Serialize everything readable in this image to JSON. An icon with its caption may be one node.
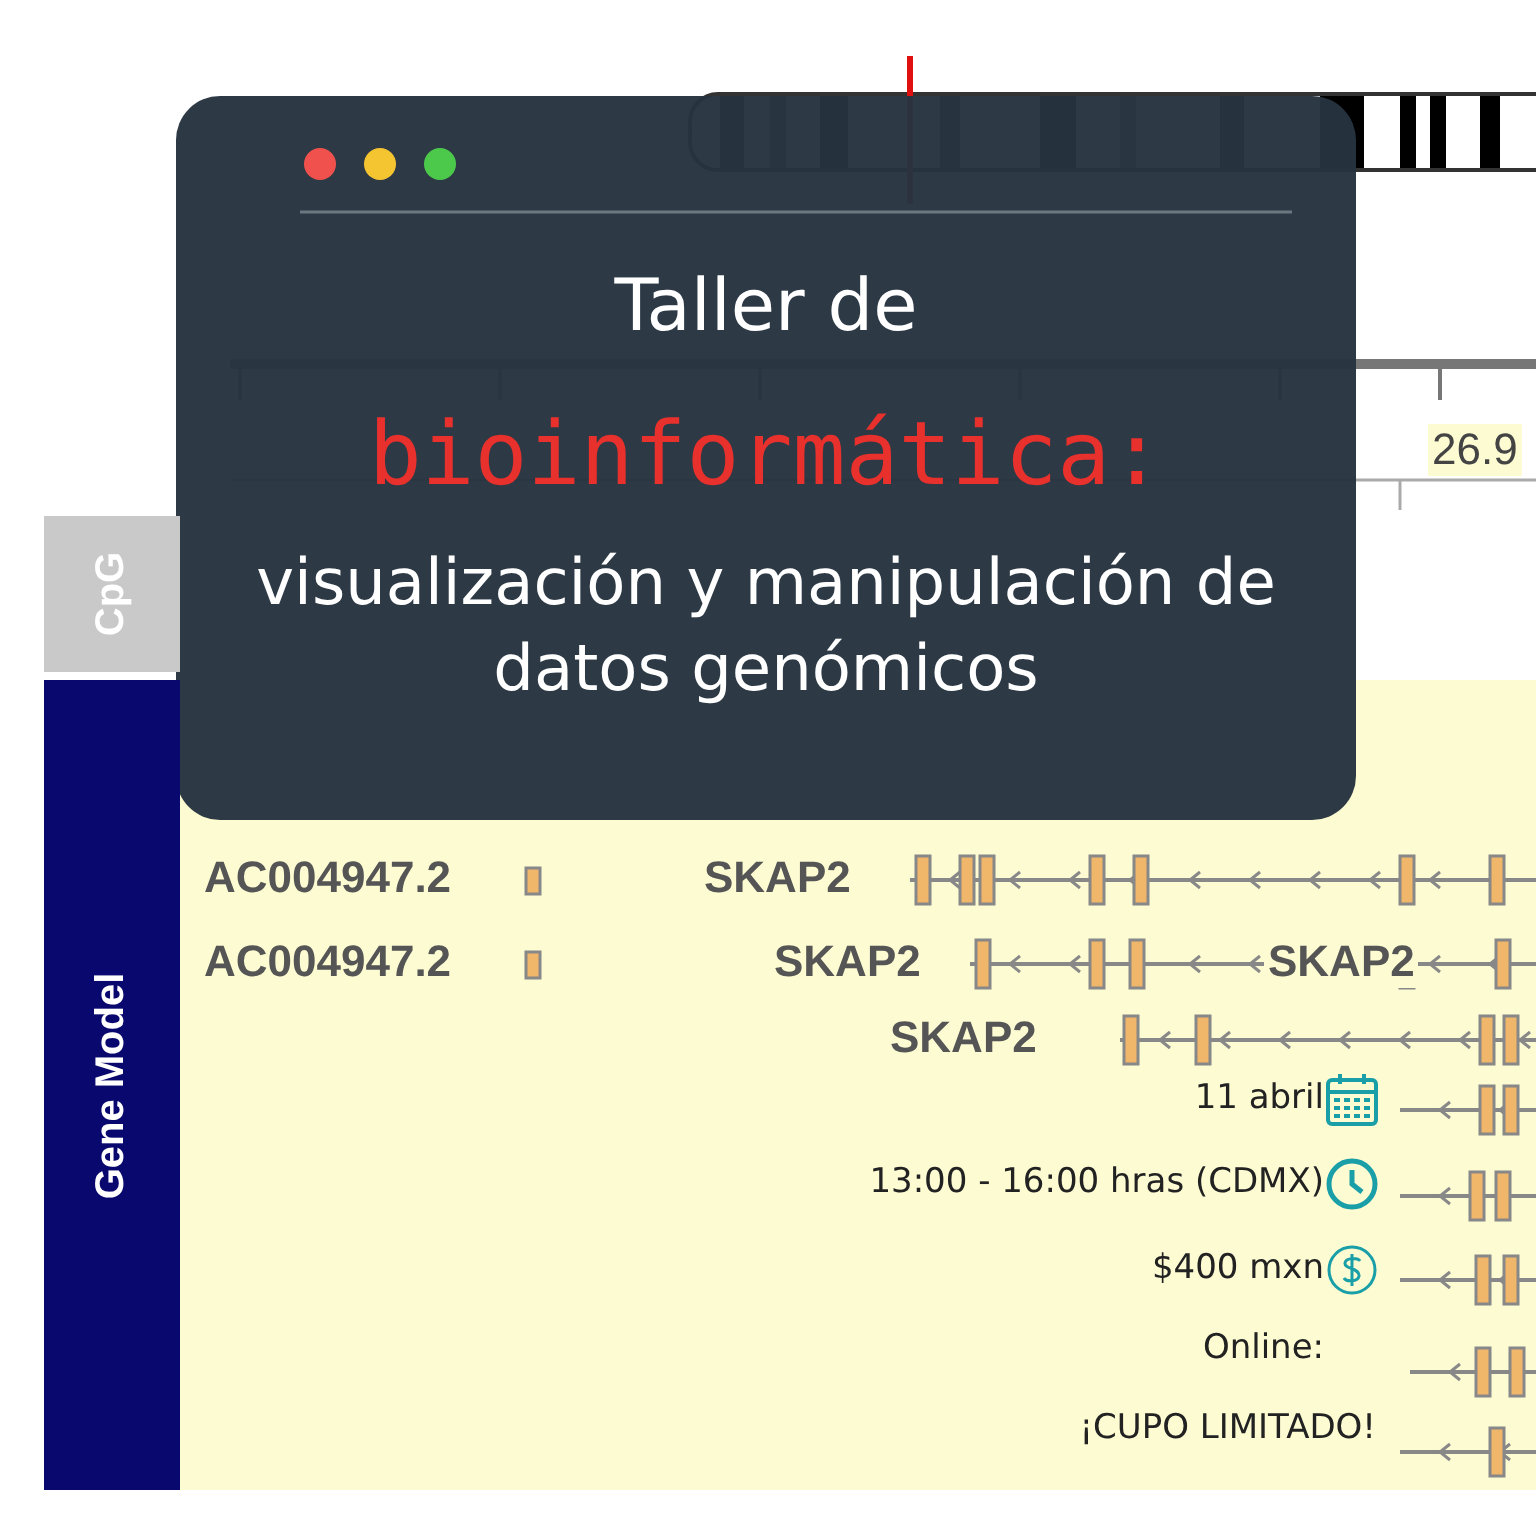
{
  "diagram": {
    "nodes": [
      {
        "text": [
          "Taller de",
          "bioinformática:",
          "visualización y manipulación de datos genómicos"
        ]
      },
      {
        "text": [
          "CpG"
        ]
      },
      {
        "text": [
          "Gene Model"
        ]
      }
    ],
    "labels": [
      "26.9",
      "AC004947.2",
      "SKAP2",
      "AC004947.2",
      "SKAP2",
      "SKAP2",
      "SKAP2",
      "11 abril",
      "13:00 - 16:00 hras (CDMX)",
      "$400 mxn",
      "Online:",
      "¡CUPO LIMITADO!"
    ]
  }
}
